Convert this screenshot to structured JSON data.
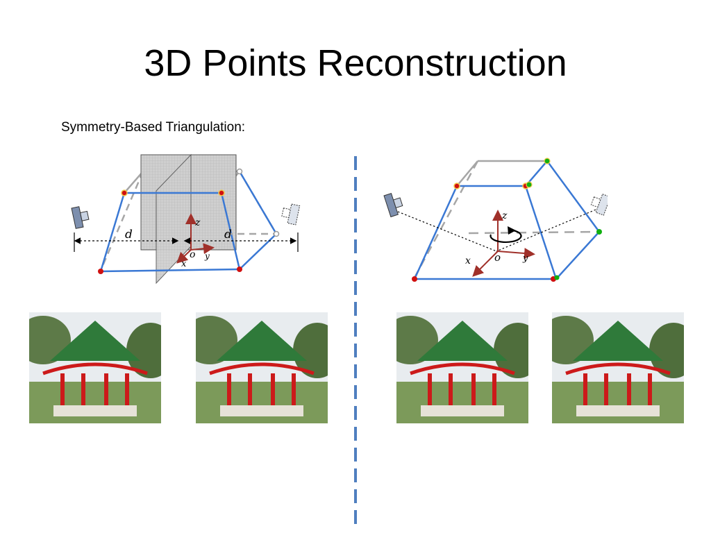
{
  "slide": {
    "title": "3D Points Reconstruction",
    "subtitle": "Symmetry-Based Triangulation:"
  },
  "left_diagram": {
    "labels": {
      "d_left": "d",
      "d_right": "d",
      "z": "z",
      "o": "o",
      "x": "x",
      "y": "y"
    }
  },
  "right_diagram": {
    "labels": {
      "z": "z",
      "o": "o",
      "x": "x",
      "y": "y"
    }
  },
  "colors": {
    "edge_blue": "#3a78d4",
    "hidden_gray": "#a6a6a6",
    "axis_red": "#a0302a",
    "point_red": "#d01010",
    "point_green": "#10b010",
    "divider_blue": "#4f7fbf",
    "roof_green": "#2f7a3a",
    "pillar_red": "#cc1a1a"
  },
  "photos": [
    {
      "name": "pavilion-photo-1"
    },
    {
      "name": "pavilion-photo-2"
    },
    {
      "name": "pavilion-photo-3"
    },
    {
      "name": "pavilion-photo-4"
    }
  ]
}
